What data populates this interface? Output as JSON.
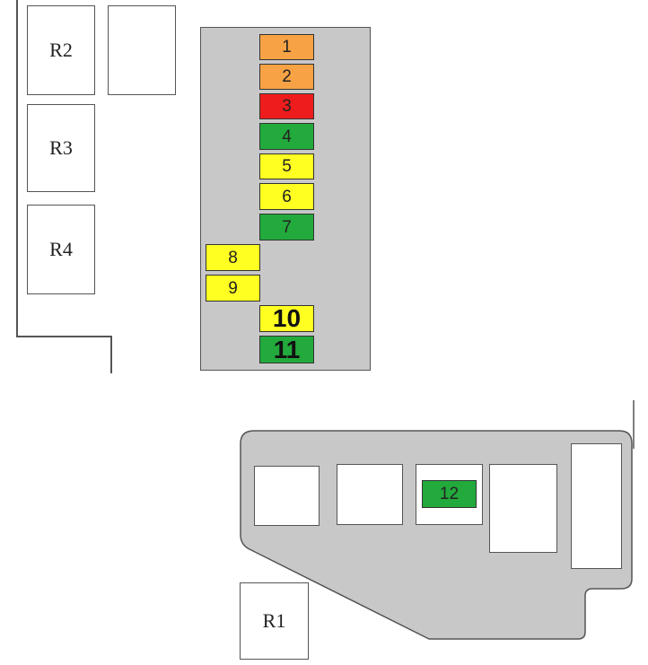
{
  "relays": {
    "r1": "R1",
    "r2": "R2",
    "r3": "R3",
    "r4": "R4"
  },
  "colors": {
    "orange": "#f7a244",
    "red": "#ee1c1c",
    "green": "#22aa3c",
    "yellow": "#ffff22",
    "panel_gray": "#c8c8c8"
  },
  "fuses": [
    {
      "label": "1",
      "color": "orange"
    },
    {
      "label": "2",
      "color": "orange"
    },
    {
      "label": "3",
      "color": "red"
    },
    {
      "label": "4",
      "color": "green"
    },
    {
      "label": "5",
      "color": "yellow"
    },
    {
      "label": "6",
      "color": "yellow"
    },
    {
      "label": "7",
      "color": "green"
    },
    {
      "label": "8",
      "color": "yellow"
    },
    {
      "label": "9",
      "color": "yellow"
    },
    {
      "label": "10",
      "color": "yellow"
    },
    {
      "label": "11",
      "color": "green"
    },
    {
      "label": "12",
      "color": "green"
    }
  ]
}
